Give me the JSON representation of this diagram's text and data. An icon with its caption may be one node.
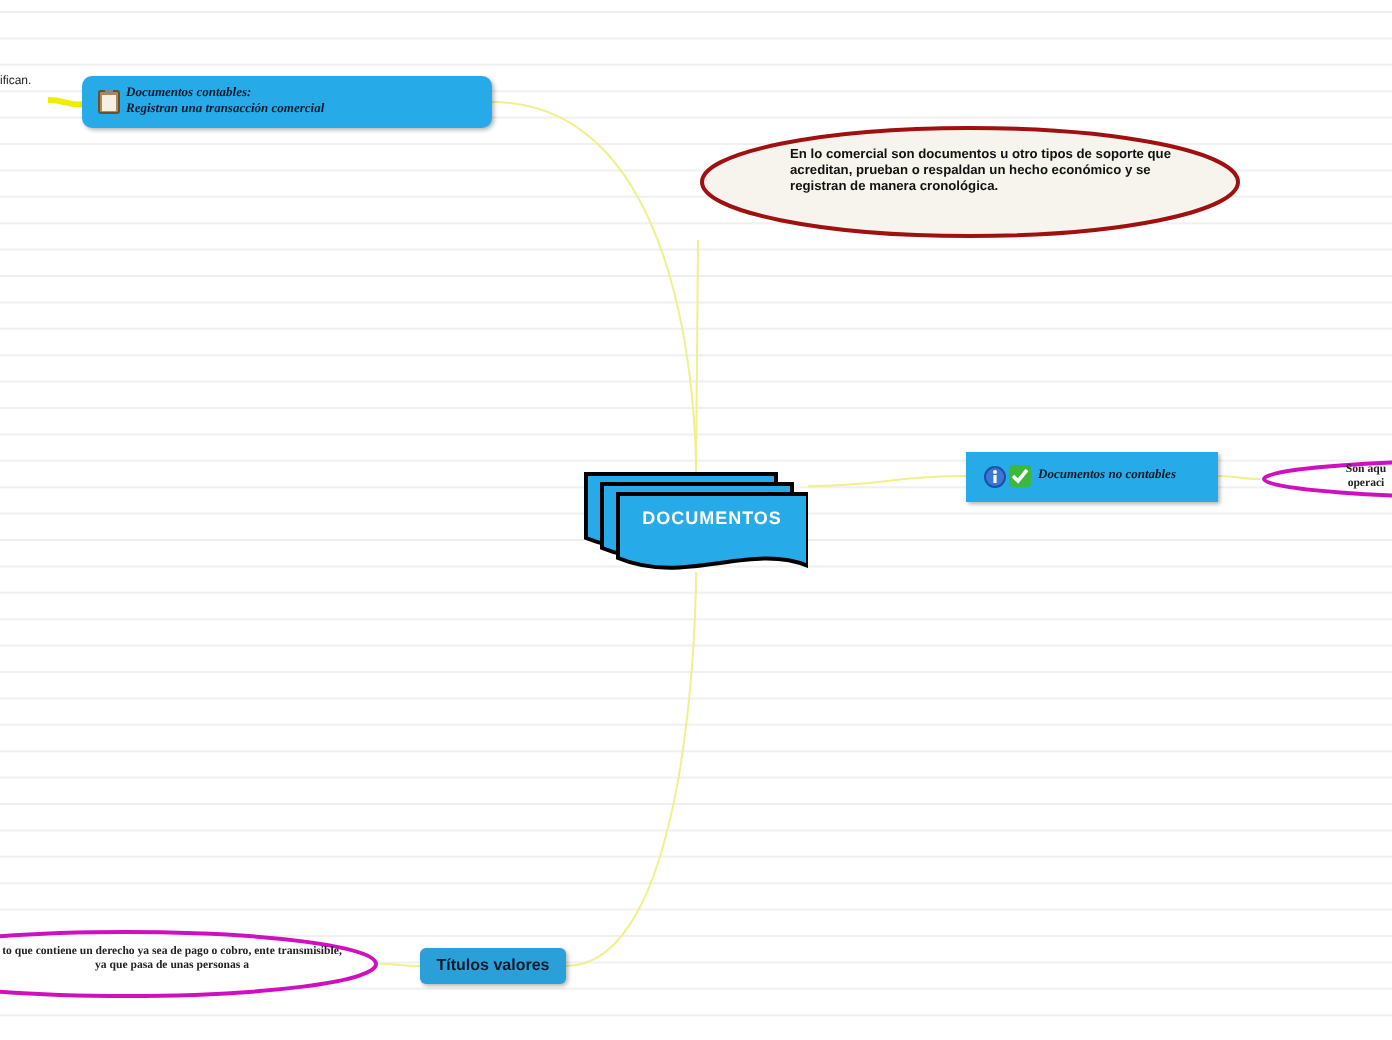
{
  "diagram": {
    "nodes": [
      {
        "text": [
          "DOCUMENTOS"
        ]
      },
      {
        "text": [
          "Documentos contables:",
          "Registran una transacción comercial"
        ]
      },
      {
        "text": [
          "ifican."
        ]
      },
      {
        "text": [
          "En lo comercial son documentos u otro tipos de soporte que acreditan, prueban o respaldan un hecho económico y se registran de manera cronológica."
        ]
      },
      {
        "text": [
          "Documentos no contables"
        ]
      },
      {
        "text": [
          "Son aqu operaci"
        ]
      },
      {
        "text": [
          "Títulos valores"
        ]
      },
      {
        "text": [
          "to que contiene un derecho ya sea de pago o cobro, ente transmisible, ya que pasa de unas personas a"
        ]
      }
    ],
    "edges": [
      {
        "from": 0,
        "to": 1,
        "arrow": "none"
      },
      {
        "from": 1,
        "to": 2,
        "arrow": "none",
        "style": "thick",
        "color": "#eeee00"
      },
      {
        "from": 0,
        "to": 3,
        "arrow": "none"
      },
      {
        "from": 0,
        "to": 4,
        "arrow": "none"
      },
      {
        "from": 4,
        "to": 5,
        "arrow": "none"
      },
      {
        "from": 0,
        "to": 6,
        "arrow": "none"
      },
      {
        "from": 6,
        "to": 7,
        "arrow": "none"
      }
    ]
  }
}
